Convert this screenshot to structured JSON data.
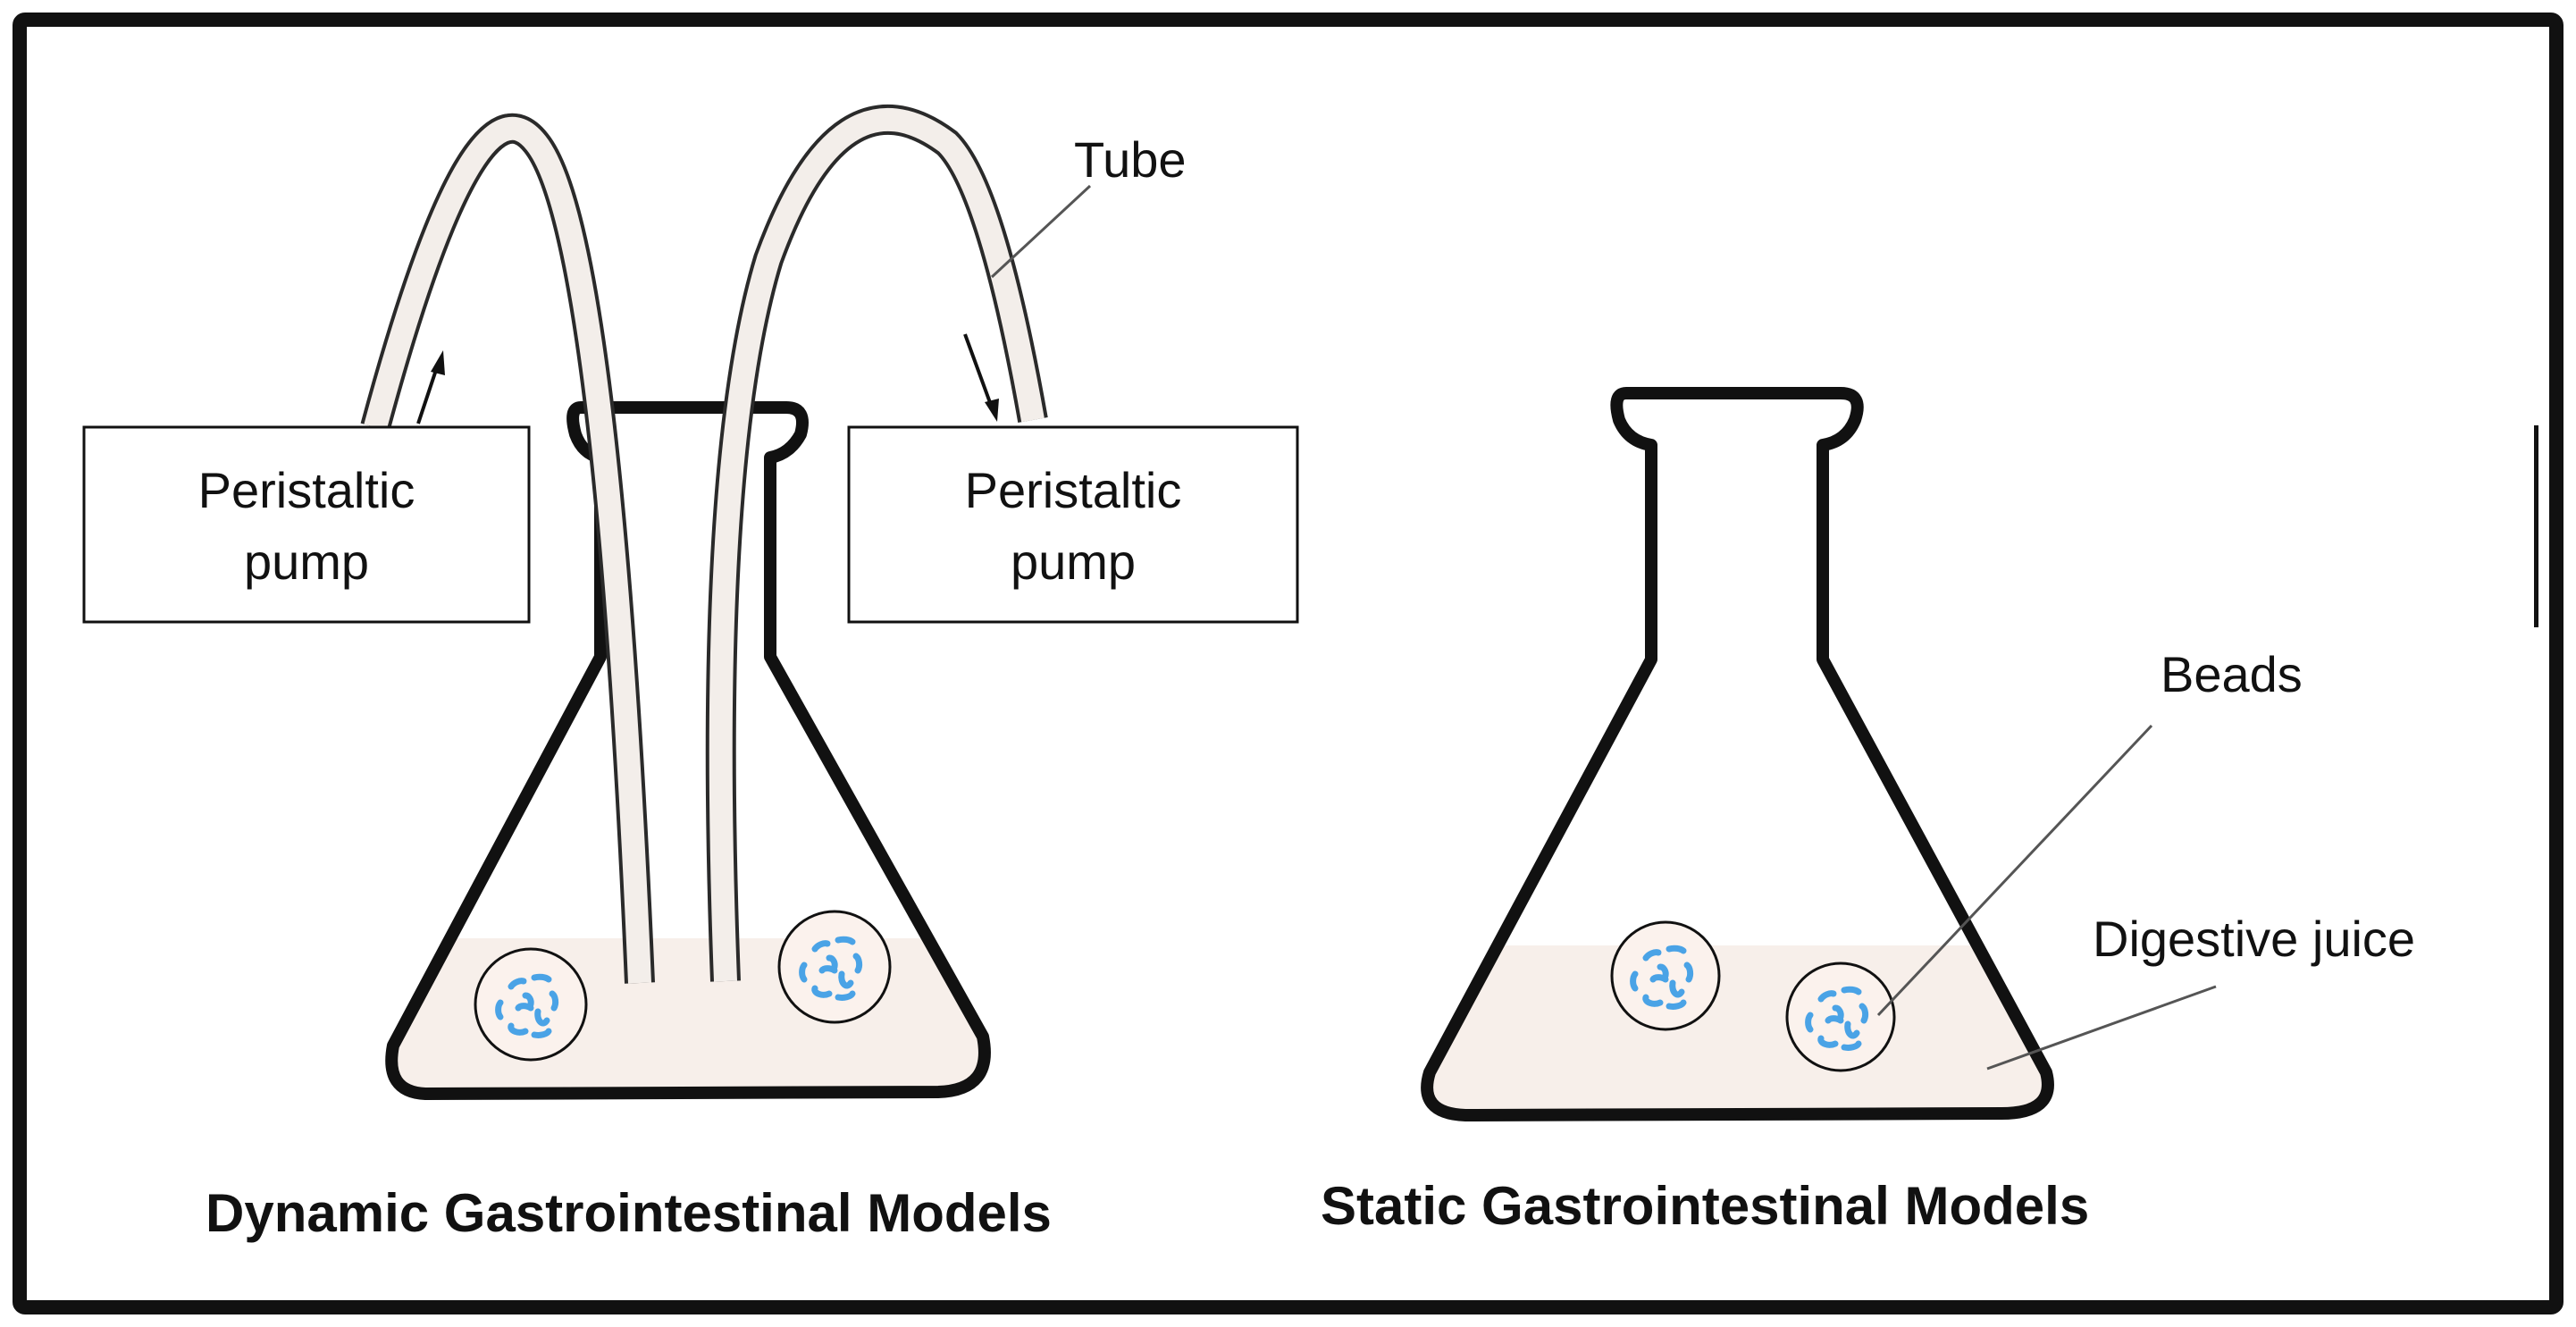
{
  "labels": {
    "pump_left_line1": "Peristaltic",
    "pump_left_line2": "pump",
    "pump_right_line1": "Peristaltic",
    "pump_right_line2": "pump",
    "tube": "Tube",
    "beads": "Beads",
    "digestive_juice": "Digestive juice"
  },
  "captions": {
    "dynamic": "Dynamic Gastrointestinal Models",
    "static": "Static Gastrointestinal Models"
  },
  "colors": {
    "frame": "#111111",
    "outline": "#111111",
    "liquid": "#f7efea",
    "bead_fill": "#fbf2ed",
    "bead_dots": "#4aa3e6",
    "tube_fill": "#f3eeea"
  }
}
